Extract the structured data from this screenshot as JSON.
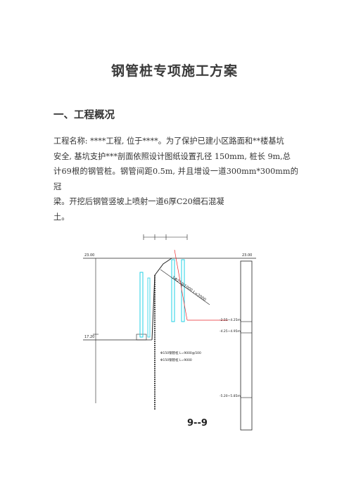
{
  "document": {
    "title": "钢管桩专项施工方案",
    "section1_heading": "一、工程概况",
    "paragraph_line1": "工程名称: ****工程, 位于****。为了保护已建小区路面和**楼基坑",
    "paragraph_line2": "安全, 基坑支护***剖面依照设计图纸设置孔径 150mm, 桩长 9m,总",
    "paragraph_line3": "计69根的钢管桩。钢管间距0.5m, 并且增设一道300mm*300mm的冠",
    "paragraph_line4": "梁。开挖后钢管竖坡上喷射一道6厚C20细石混凝",
    "paragraph_line5": "土。"
  },
  "figure": {
    "section_label": "9--9",
    "level_top_left": "23.00",
    "level_top_right": "23.00",
    "level_bottom_left": "17.20",
    "anchor_label": "1Φ25@1000 L=2000",
    "right_annotations": [
      "-2.55~4.25m",
      "-4.25~4.95m",
      "-5.20~5.85m"
    ],
    "bottom_labels": [
      "Φ150钢管桩 L=9000@500",
      "Φ150钢管桩 L=9000"
    ],
    "colors": {
      "cyan": "#22d0e6",
      "red": "#e8282c",
      "line": "#222222"
    }
  }
}
